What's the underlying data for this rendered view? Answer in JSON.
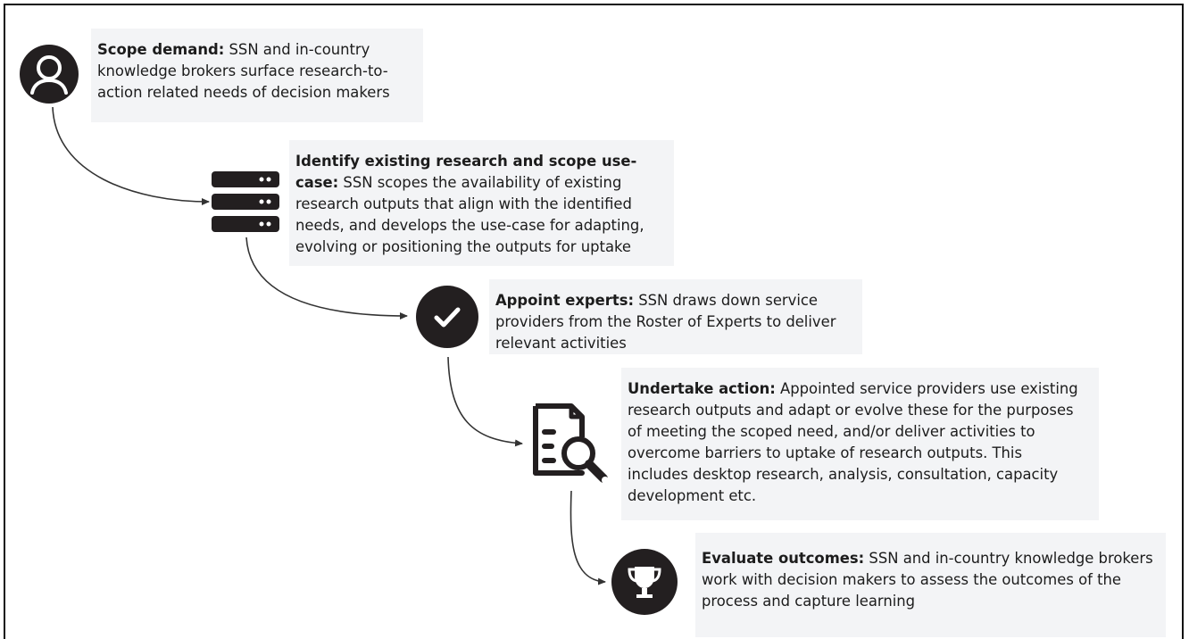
{
  "steps": [
    {
      "icon": "user-avatar-icon",
      "title": "Scope demand:",
      "text": " SSN and in-country knowledge brokers surface research-to-action related needs of decision makers"
    },
    {
      "icon": "server-stack-icon",
      "title": "Identify existing research and scope use-case:",
      "text": " SSN scopes the availability of existing research outputs that align with the identified needs, and develops the use-case for adapting, evolving or positioning the outputs for uptake"
    },
    {
      "icon": "checkmark-circle-icon",
      "title": "Appoint experts:",
      "text": " SSN draws down service providers from the Roster of Experts to deliver relevant activities"
    },
    {
      "icon": "document-search-icon",
      "title": "Undertake action:",
      "text": " Appointed service providers use existing research outputs and adapt or evolve these for the purposes of meeting the scoped need, and/or deliver activities to overcome barriers to uptake of research outputs. This includes desktop research, analysis, consultation, capacity development etc."
    },
    {
      "icon": "trophy-icon",
      "title": "Evaluate outcomes:",
      "text": " SSN and in-country knowledge brokers work with decision makers to assess the outcomes of the process and capture learning"
    }
  ],
  "colors": {
    "icon": "#231f20",
    "box_background": "#f3f4f6",
    "text": "#1c1c1c",
    "connector": "#333333"
  }
}
